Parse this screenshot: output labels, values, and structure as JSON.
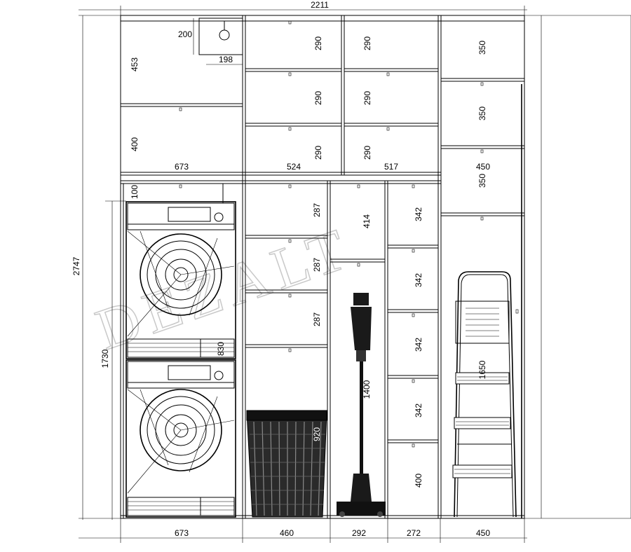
{
  "dimensions": {
    "total_width": "2211",
    "total_height": "2747",
    "lower_height": "1730",
    "appliance_height": "830",
    "upper_left": {
      "height_top": "453",
      "height_bottom": "400",
      "hood_height": "200",
      "hood_width": "198",
      "width": "673"
    },
    "upper_mid1": {
      "shelves": [
        "290",
        "290",
        "290"
      ],
      "width": "524"
    },
    "upper_mid2": {
      "shelves": [
        "290",
        "290",
        "290"
      ],
      "width": "517"
    },
    "upper_right": {
      "shelves": [
        "350",
        "350",
        "350"
      ],
      "width": "450"
    },
    "plinth_gap": "100",
    "lower_mid1": {
      "shelves": [
        "287",
        "287",
        "287"
      ],
      "basket_height": "920"
    },
    "lower_mid2": {
      "upper": "414",
      "vacuum_height": "1400"
    },
    "lower_mid3": {
      "shelves": [
        "342",
        "342",
        "342",
        "342",
        "400"
      ]
    },
    "lower_right": {
      "ladder_height": "1650"
    },
    "bottom_widths": [
      "673",
      "460",
      "292",
      "272",
      "450"
    ]
  },
  "watermark": "DEZALT"
}
